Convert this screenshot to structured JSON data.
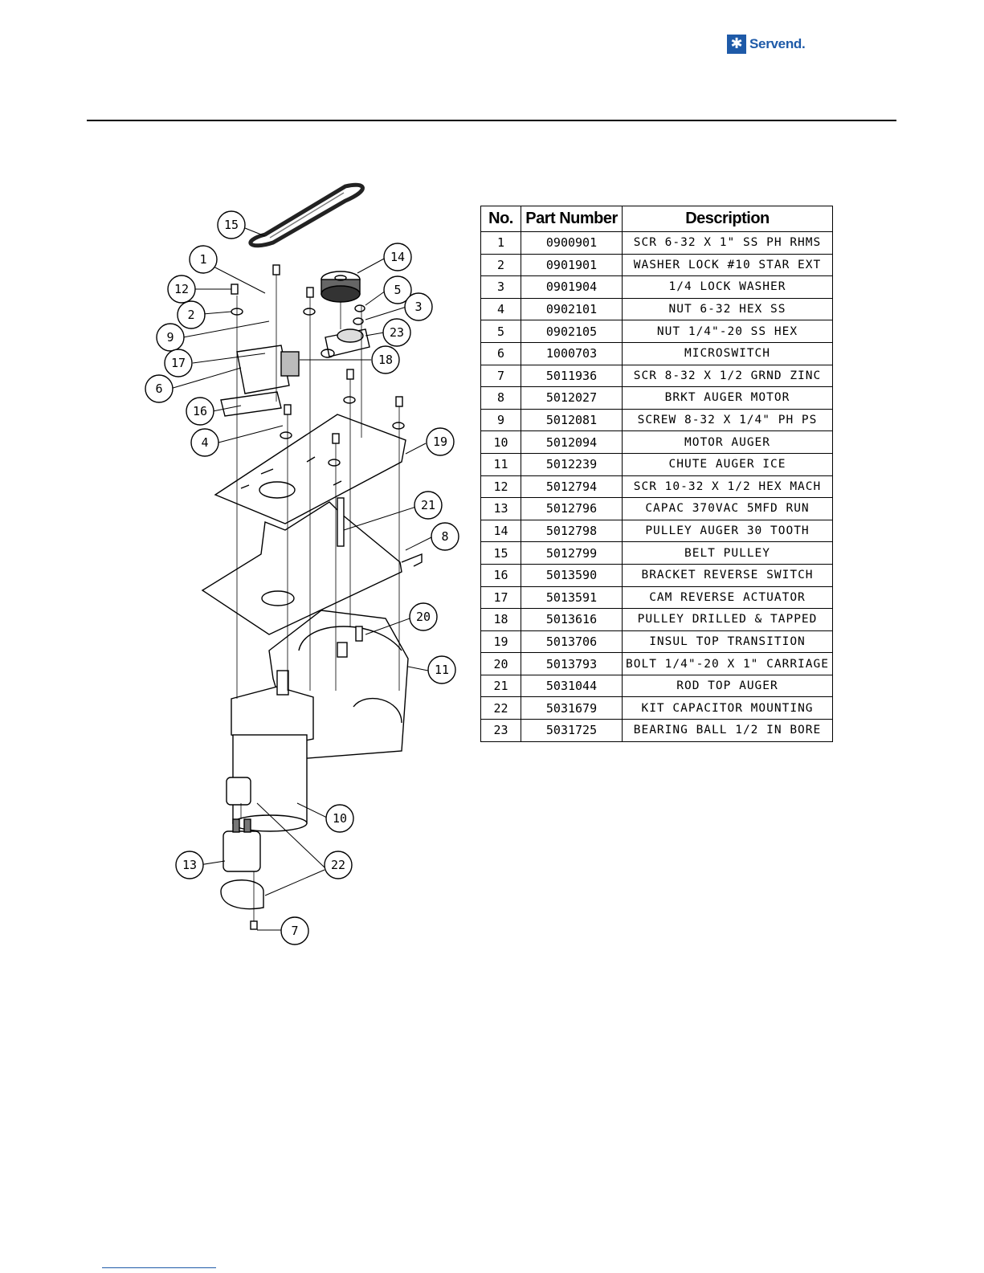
{
  "header": {
    "brand_name": "Servend.",
    "brand_color": "#1e5aa8",
    "brand_icon": "snowflake-icon"
  },
  "parts_table": {
    "headers": {
      "no": "No.",
      "part_number": "Part Number",
      "description": "Description"
    },
    "rows": [
      {
        "no": "1",
        "part": "0900901",
        "desc": "SCR 6-32 X 1\" SS PH RHMS"
      },
      {
        "no": "2",
        "part": "0901901",
        "desc": "WASHER LOCK #10 STAR EXT"
      },
      {
        "no": "3",
        "part": "0901904",
        "desc": "1/4 LOCK WASHER"
      },
      {
        "no": "4",
        "part": "0902101",
        "desc": "NUT 6-32 HEX SS"
      },
      {
        "no": "5",
        "part": "0902105",
        "desc": "NUT 1/4\"-20 SS HEX"
      },
      {
        "no": "6",
        "part": "1000703",
        "desc": "MICROSWITCH"
      },
      {
        "no": "7",
        "part": "5011936",
        "desc": "SCR 8-32 X 1/2 GRND ZINC"
      },
      {
        "no": "8",
        "part": "5012027",
        "desc": "BRKT AUGER MOTOR"
      },
      {
        "no": "9",
        "part": "5012081",
        "desc": "SCREW 8-32 X 1/4\" PH PS"
      },
      {
        "no": "10",
        "part": "5012094",
        "desc": "MOTOR AUGER"
      },
      {
        "no": "11",
        "part": "5012239",
        "desc": "CHUTE AUGER ICE"
      },
      {
        "no": "12",
        "part": "5012794",
        "desc": "SCR 10-32 X 1/2 HEX MACH"
      },
      {
        "no": "13",
        "part": "5012796",
        "desc": "CAPAC 370VAC 5MFD RUN"
      },
      {
        "no": "14",
        "part": "5012798",
        "desc": "PULLEY AUGER 30 TOOTH"
      },
      {
        "no": "15",
        "part": "5012799",
        "desc": "BELT PULLEY"
      },
      {
        "no": "16",
        "part": "5013590",
        "desc": "BRACKET REVERSE SWITCH"
      },
      {
        "no": "17",
        "part": "5013591",
        "desc": "CAM REVERSE ACTUATOR"
      },
      {
        "no": "18",
        "part": "5013616",
        "desc": "PULLEY DRILLED & TAPPED"
      },
      {
        "no": "19",
        "part": "5013706",
        "desc": "INSUL TOP TRANSITION"
      },
      {
        "no": "20",
        "part": "5013793",
        "desc": "BOLT 1/4\"-20 X 1\" CARRIAGE"
      },
      {
        "no": "21",
        "part": "5031044",
        "desc": "ROD TOP AUGER"
      },
      {
        "no": "22",
        "part": "5031679",
        "desc": "KIT CAPACITOR MOUNTING"
      },
      {
        "no": "23",
        "part": "5031725",
        "desc": "BEARING BALL 1/2 IN BORE"
      }
    ]
  },
  "diagram": {
    "callouts": [
      "15",
      "1",
      "14",
      "12",
      "5",
      "3",
      "2",
      "9",
      "23",
      "17",
      "18",
      "6",
      "16",
      "4",
      "19",
      "21",
      "8",
      "20",
      "11",
      "10",
      "13",
      "22",
      "7"
    ]
  }
}
